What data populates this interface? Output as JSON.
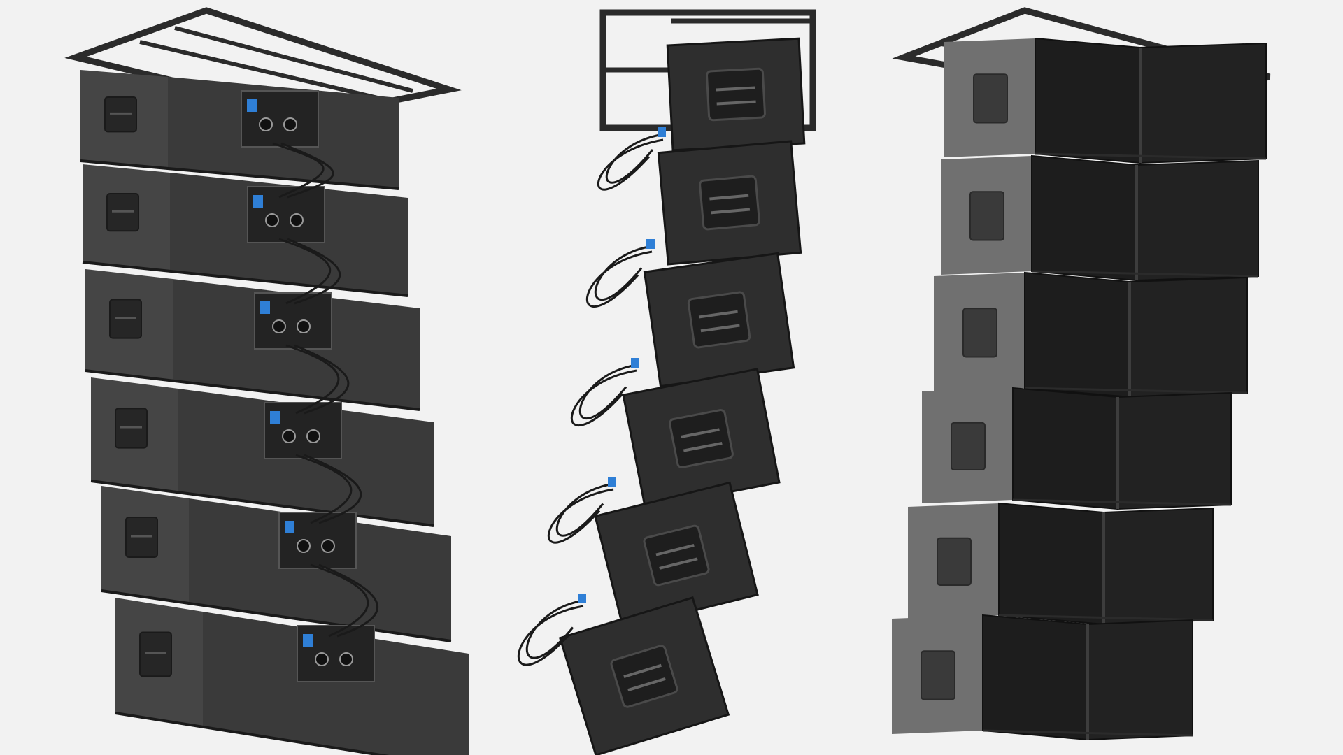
{
  "scene": {
    "background": "#f2f2f2",
    "cabinet_color": "#3a3a3a",
    "cabinet_shadow": "#262626",
    "grille_color": "#1d1d1d",
    "frame_color": "#2b2b2b",
    "cable_color": "#1a1a1a",
    "connector_color": "#2f7fd6"
  },
  "views": [
    {
      "name": "rear-view",
      "cabinet_count": 6,
      "cabling": "yes",
      "connector_panels": "yes"
    },
    {
      "name": "side-view",
      "cabinet_count": 6,
      "cabling": "yes",
      "connector_panels": "no"
    },
    {
      "name": "front-view",
      "cabinet_count": 6,
      "cabling": "no",
      "connector_panels": "no"
    }
  ]
}
